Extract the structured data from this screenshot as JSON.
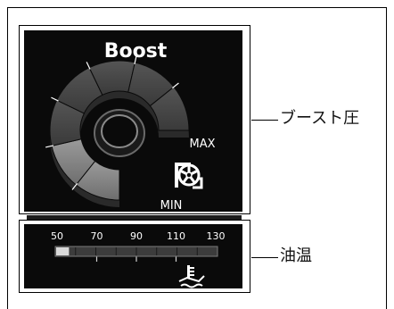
{
  "boost_panel": {
    "title": "Boost",
    "max_label": "MAX",
    "min_label": "MIN",
    "icon": "turbo-icon",
    "callout": "ブースト圧",
    "level": 0.25
  },
  "oil_panel": {
    "scale_labels": [
      "50",
      "70",
      "90",
      "110",
      "130"
    ],
    "icon": "oil-temperature-icon",
    "callout": "油温",
    "level": 0.08
  },
  "colors": {
    "panel_bg": "#0a0a0a",
    "lit_segment": "#8a8a8a",
    "unlit_segment": "#4a4a4a",
    "text": "#ffffff"
  }
}
